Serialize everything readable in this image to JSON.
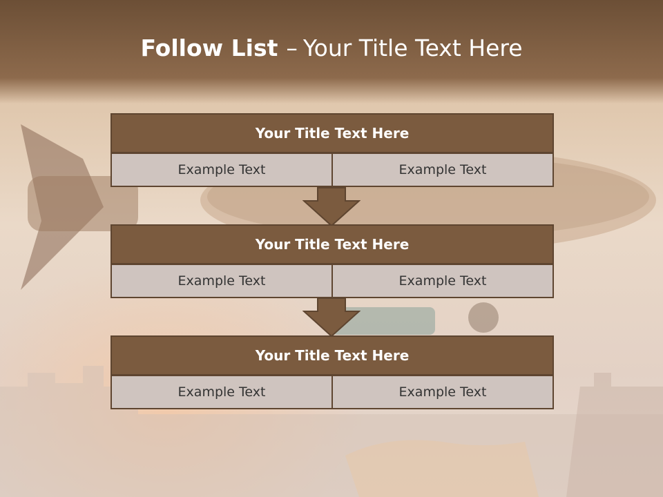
{
  "slide": {
    "title_bold": "Follow List",
    "title_sep": "–",
    "title_rest": "Your Title Text Here"
  },
  "blocks": [
    {
      "title": "Your Title Text Here",
      "left": "Example Text",
      "right": "Example Text"
    },
    {
      "title": "Your Title Text Here",
      "left": "Example Text",
      "right": "Example Text"
    },
    {
      "title": "Your Title Text Here",
      "left": "Example Text",
      "right": "Example Text"
    }
  ],
  "colors": {
    "header_band": "#6e5038",
    "block_header": "#7b5b3f",
    "cell_fill": "#cfc4bf",
    "border": "#5e4530",
    "arrow": "#7b5b3f"
  },
  "icons": [
    "down-arrow-icon"
  ]
}
